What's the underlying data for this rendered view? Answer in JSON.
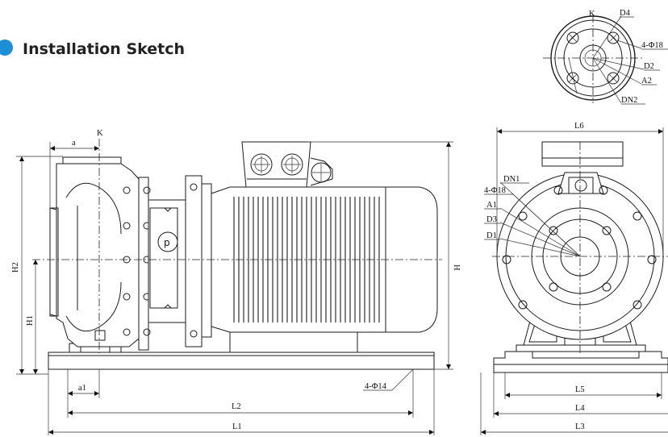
{
  "title": "Installation Sketch",
  "accent_color": "#1e8fd6",
  "labels": {
    "side": {
      "a": "a",
      "k": "K",
      "a1": "a1",
      "h1": "H1",
      "h2": "H2",
      "h": "H",
      "l1": "L1",
      "l2": "L2",
      "bolt": "4-Φ14"
    },
    "front": {
      "l6": "L6",
      "l5": "L5",
      "l4": "L4",
      "l3": "L3",
      "dn1": "DN1",
      "bolt": "4-Φ18",
      "a1": "A1",
      "d3": "D3",
      "d1": "D1"
    },
    "flange": {
      "k": "K",
      "d4": "D4",
      "bolt": "4-Φ18",
      "d2": "D2",
      "a2": "A2",
      "dn2": "DN2"
    }
  }
}
